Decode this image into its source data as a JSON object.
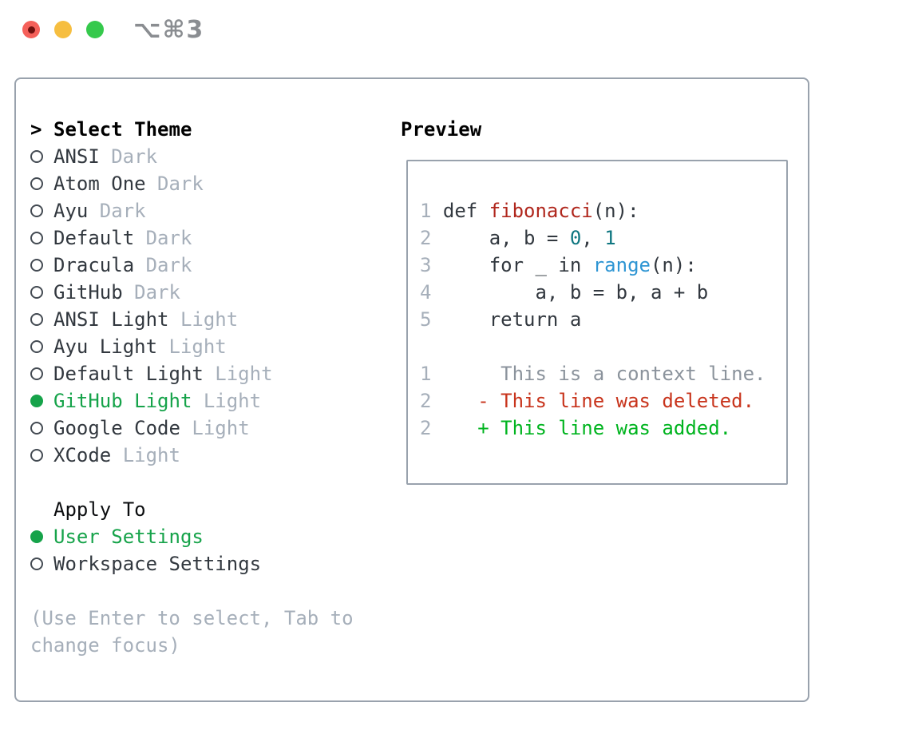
{
  "titlebar": {
    "shortcut_label": "⌥⌘3"
  },
  "theme_menu": {
    "header": {
      "marker": ">",
      "label": "Select Theme"
    },
    "items": [
      {
        "label": "ANSI",
        "variant": "Dark",
        "selected": false
      },
      {
        "label": "Atom One",
        "variant": "Dark",
        "selected": false
      },
      {
        "label": "Ayu",
        "variant": "Dark",
        "selected": false
      },
      {
        "label": "Default",
        "variant": "Dark",
        "selected": false
      },
      {
        "label": "Dracula",
        "variant": "Dark",
        "selected": false
      },
      {
        "label": "GitHub",
        "variant": "Dark",
        "selected": false
      },
      {
        "label": "ANSI Light",
        "variant": "Light",
        "selected": false
      },
      {
        "label": "Ayu Light",
        "variant": "Light",
        "selected": false
      },
      {
        "label": "Default Light",
        "variant": "Light",
        "selected": false
      },
      {
        "label": "GitHub Light",
        "variant": "Light",
        "selected": true
      },
      {
        "label": "Google Code",
        "variant": "Light",
        "selected": false
      },
      {
        "label": "XCode",
        "variant": "Light",
        "selected": false
      }
    ]
  },
  "apply_to": {
    "header": "Apply To",
    "options": [
      {
        "label": "User Settings",
        "selected": true
      },
      {
        "label": "Workspace Settings",
        "selected": false
      }
    ]
  },
  "help_text": [
    "(Use Enter to select, Tab to",
    "change focus)"
  ],
  "preview": {
    "title": "Preview",
    "code_lines": [
      {
        "num": "1",
        "segments": [
          {
            "text": "def ",
            "color": "default"
          },
          {
            "text": "fibonacci",
            "color": "function"
          },
          {
            "text": "(n):",
            "color": "default"
          }
        ]
      },
      {
        "num": "2",
        "segments": [
          {
            "text": "    a, b = ",
            "color": "default"
          },
          {
            "text": "0",
            "color": "number"
          },
          {
            "text": ", ",
            "color": "default"
          },
          {
            "text": "1",
            "color": "number"
          }
        ]
      },
      {
        "num": "3",
        "segments": [
          {
            "text": "    for _ in ",
            "color": "default"
          },
          {
            "text": "range",
            "color": "builtin"
          },
          {
            "text": "(n):",
            "color": "default"
          }
        ]
      },
      {
        "num": "4",
        "segments": [
          {
            "text": "        a, b = b, a + b",
            "color": "default"
          }
        ]
      },
      {
        "num": "5",
        "segments": [
          {
            "text": "    return a",
            "color": "default"
          }
        ]
      },
      {
        "num": "",
        "segments": []
      },
      {
        "num": "1",
        "segments": [
          {
            "text": "     This is a context line.",
            "color": "context"
          }
        ]
      },
      {
        "num": "2",
        "segments": [
          {
            "text": "   - This line was deleted.",
            "color": "deleted"
          }
        ]
      },
      {
        "num": "2",
        "segments": [
          {
            "text": "   + This line was added.",
            "color": "added"
          }
        ]
      }
    ]
  },
  "colors": {
    "selection_green": "#16a34a",
    "muted_gray": "#a6afba",
    "panel_border": "#99a2ad",
    "code_default": "#32383f",
    "code_function": "#b0271d",
    "code_number": "#0e7680",
    "code_builtin": "#2e95d3",
    "diff_context": "#8b939c",
    "diff_deleted": "#c8341c",
    "diff_added": "#00b41f"
  }
}
